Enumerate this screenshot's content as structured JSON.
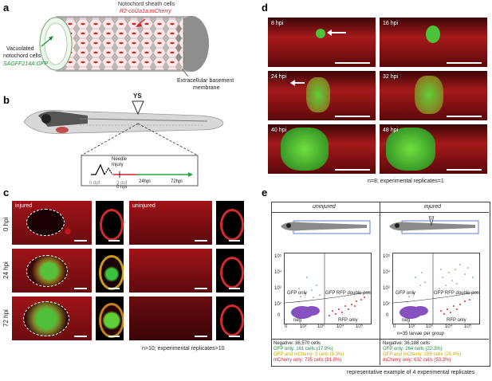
{
  "panels": {
    "a": "a",
    "b": "b",
    "c": "c",
    "d": "d",
    "e": "e"
  },
  "panel_a": {
    "sheath_title": "Notochord sheath cells",
    "sheath_reporter": "R2-col2a1a:mCherry",
    "vac_title_1": "Vacuolated",
    "vac_title_2": "notochord cells",
    "vac_reporter": "SAGFF214A:GFP",
    "ecm_1": "Extracellular basement",
    "ecm_2": "membrane",
    "colors": {
      "sheath": "#d9232b",
      "vacuolated": "#1f8a3b",
      "membrane": "#9a9a9a"
    }
  },
  "panel_b": {
    "ys_label": "YS",
    "needle_1": "Needle",
    "needle_2": "Injury",
    "t0": "0 dpf",
    "t3": "3 dpf",
    "t0h": "0 hpi",
    "t24": "24hpi",
    "t72": "72hpi"
  },
  "panel_c": {
    "injured": "injured",
    "uninjured": "uninjured",
    "rows": [
      "0 hpi",
      "24 hpi",
      "72 hpi"
    ],
    "footer": "n>10; experimental replicates>10"
  },
  "panel_d": {
    "tiles": [
      "8 hpi",
      "16 hpi",
      "24 hpi",
      "32 hpi",
      "40 hpi",
      "48 hpi"
    ],
    "footer": "n=8; experimental replicates=1"
  },
  "panel_e": {
    "uninjured": "uninjured",
    "injured": "injured",
    "gfp_only": "GFP only",
    "double_pos": "GFP RFP double pos",
    "neg": "neg",
    "rfp_only": "RFP only",
    "y_ticks": [
      "10⁵",
      "10⁴",
      "10³",
      "10²",
      "0"
    ],
    "x_ticks": [
      "0",
      "10²",
      "10³",
      "10⁴",
      "10⁵"
    ],
    "n_label": "n=35 larvae per group",
    "uninjured_stats": {
      "negative": "Negative: 36,570 cells",
      "gfp": "GFP only: 161 cells (17.9%)",
      "both": "GFP and mCherry: 3 cells (0.3%)",
      "mcherry": "mCherry only: 735 cells (81.8%)"
    },
    "injured_stats": {
      "negative": "Negative: 36,188 cells",
      "gfp": "GFP only: 264 cells (22.3%)",
      "both": "GFP and mCherry: 289 cells (24.4%)",
      "mcherry": "mCherry only: 632 cells (53.3%)"
    },
    "footer": "representative example of 4 experimental replicates"
  }
}
